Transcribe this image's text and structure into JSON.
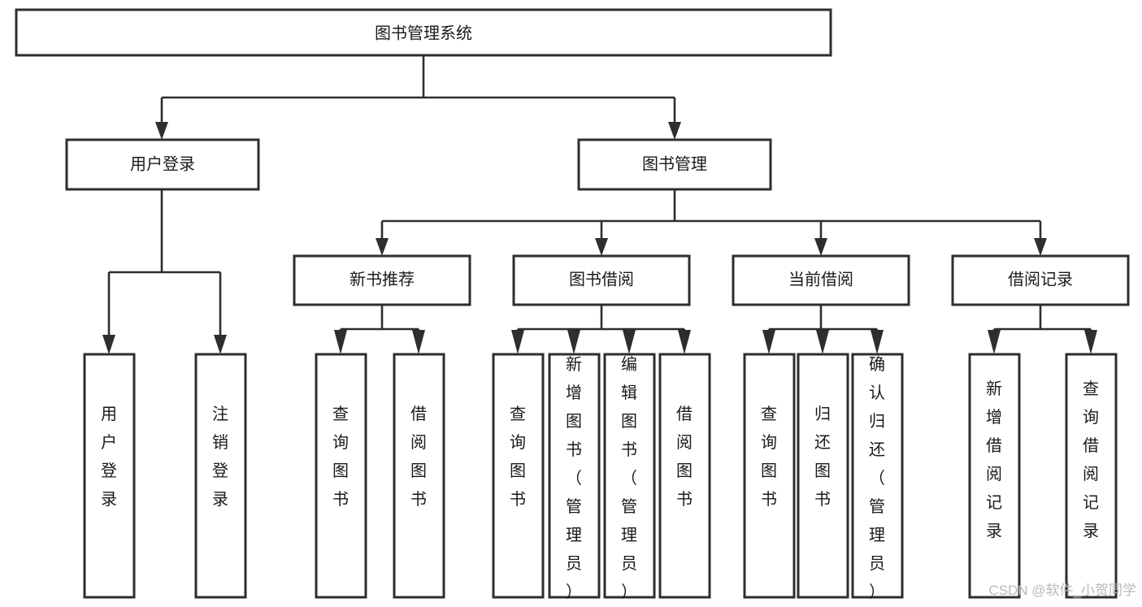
{
  "diagram": {
    "title": "图书管理系统",
    "type": "tree-hierarchy-diagram",
    "root": {
      "label": "图书管理系统"
    },
    "level2": [
      {
        "label": "用户登录"
      },
      {
        "label": "图书管理"
      }
    ],
    "level3": [
      {
        "label": "新书推荐"
      },
      {
        "label": "图书借阅"
      },
      {
        "label": "当前借阅"
      },
      {
        "label": "借阅记录"
      }
    ],
    "leaves": {
      "user_login": [
        {
          "label": "用户登录"
        },
        {
          "label": "注销登录"
        }
      ],
      "new_book_recommend": [
        {
          "label": "查询图书"
        },
        {
          "label": "借阅图书"
        }
      ],
      "book_borrow": [
        {
          "label": "查询图书"
        },
        {
          "label": "新增图书（管理员）"
        },
        {
          "label": "编辑图书（管理员）"
        },
        {
          "label": "借阅图书"
        }
      ],
      "current_borrow": [
        {
          "label": "查询图书"
        },
        {
          "label": "归还图书"
        },
        {
          "label": "确认归还（管理员）"
        }
      ],
      "borrow_record": [
        {
          "label": "新增借阅记录"
        },
        {
          "label": "查询借阅记录"
        }
      ]
    }
  },
  "watermark": {
    "text": "CSDN @软件_小贺同学"
  },
  "colors": {
    "stroke": "#2e2e2e",
    "box_fill": "#ffffff",
    "text": "#1a1a1a",
    "watermark": "#b9b9b9",
    "background": "#ffffff"
  }
}
